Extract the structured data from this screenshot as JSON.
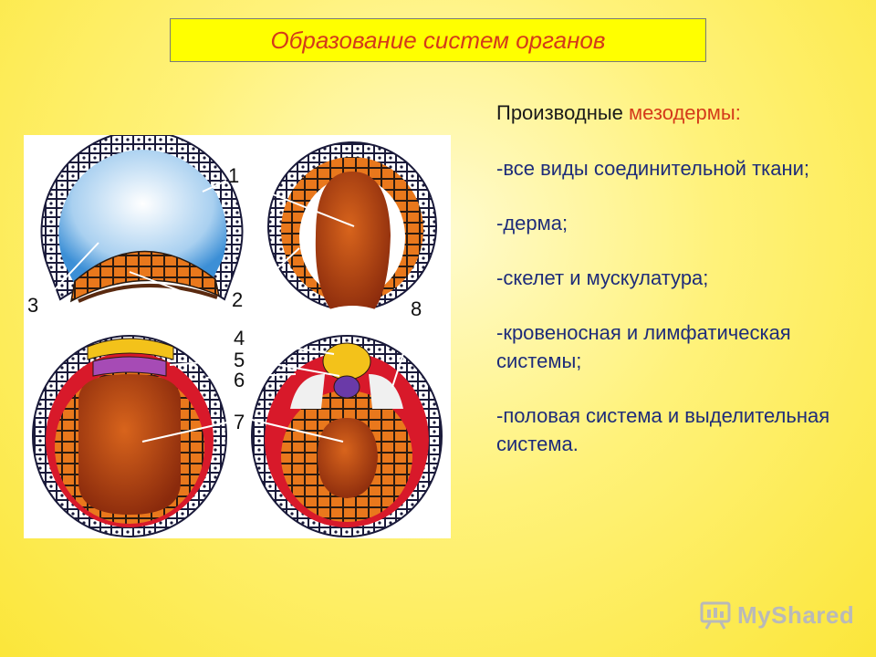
{
  "title": "Образование систем органов",
  "heading": {
    "prefix": "Производные ",
    "accent": "мезодермы:"
  },
  "items": [
    "-все виды соединительной ткани;",
    "-дерма;",
    "-скелет и мускулатура;",
    "-кровеносная и лимфатическая системы;",
    "-половая система и выделительная система."
  ],
  "figure": {
    "labels": [
      "1",
      "2",
      "3",
      "4",
      "5",
      "6",
      "7",
      "8"
    ]
  },
  "watermark": {
    "text": "MyShared",
    "icon": "presentation-board-icon"
  },
  "colors": {
    "title_text": "#d43a1a",
    "title_bg": "#ffff00",
    "body_text": "#1e2c7a",
    "accent": "#d43a1a"
  }
}
